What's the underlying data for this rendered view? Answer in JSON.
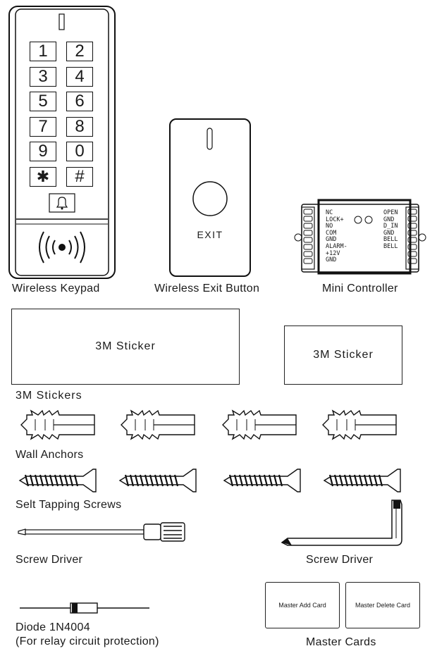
{
  "keypad": {
    "caption": "Wireless Keypad",
    "keys": [
      "1",
      "2",
      "3",
      "4",
      "5",
      "6",
      "7",
      "8",
      "9",
      "0",
      "✱",
      "#"
    ]
  },
  "exit_button": {
    "caption": "Wireless Exit Button",
    "label": "EXIT"
  },
  "controller": {
    "caption": "Mini Controller",
    "left_terminals": [
      "NC",
      "LOCK+",
      "NO",
      "COM",
      "GND",
      "ALARM-",
      "+12V",
      "GND"
    ],
    "right_terminals": [
      "OPEN",
      "GND",
      "D_IN",
      "GND",
      "BELL",
      "BELL"
    ]
  },
  "stickers": {
    "caption": "3M Stickers",
    "large_label": "3M Sticker",
    "small_label": "3M Sticker"
  },
  "anchors": {
    "caption": "Wall Anchors"
  },
  "screws": {
    "caption": "Selt Tapping Screws"
  },
  "screwdriver": {
    "caption": "Screw Driver"
  },
  "hex_key": {
    "caption": "Screw Driver"
  },
  "diode": {
    "caption_line1": "Diode 1N4004",
    "caption_line2": "(For relay circuit protection)"
  },
  "cards": {
    "caption": "Master Cards",
    "add_label": "Master Add Card",
    "delete_label": "Master Delete Card"
  }
}
